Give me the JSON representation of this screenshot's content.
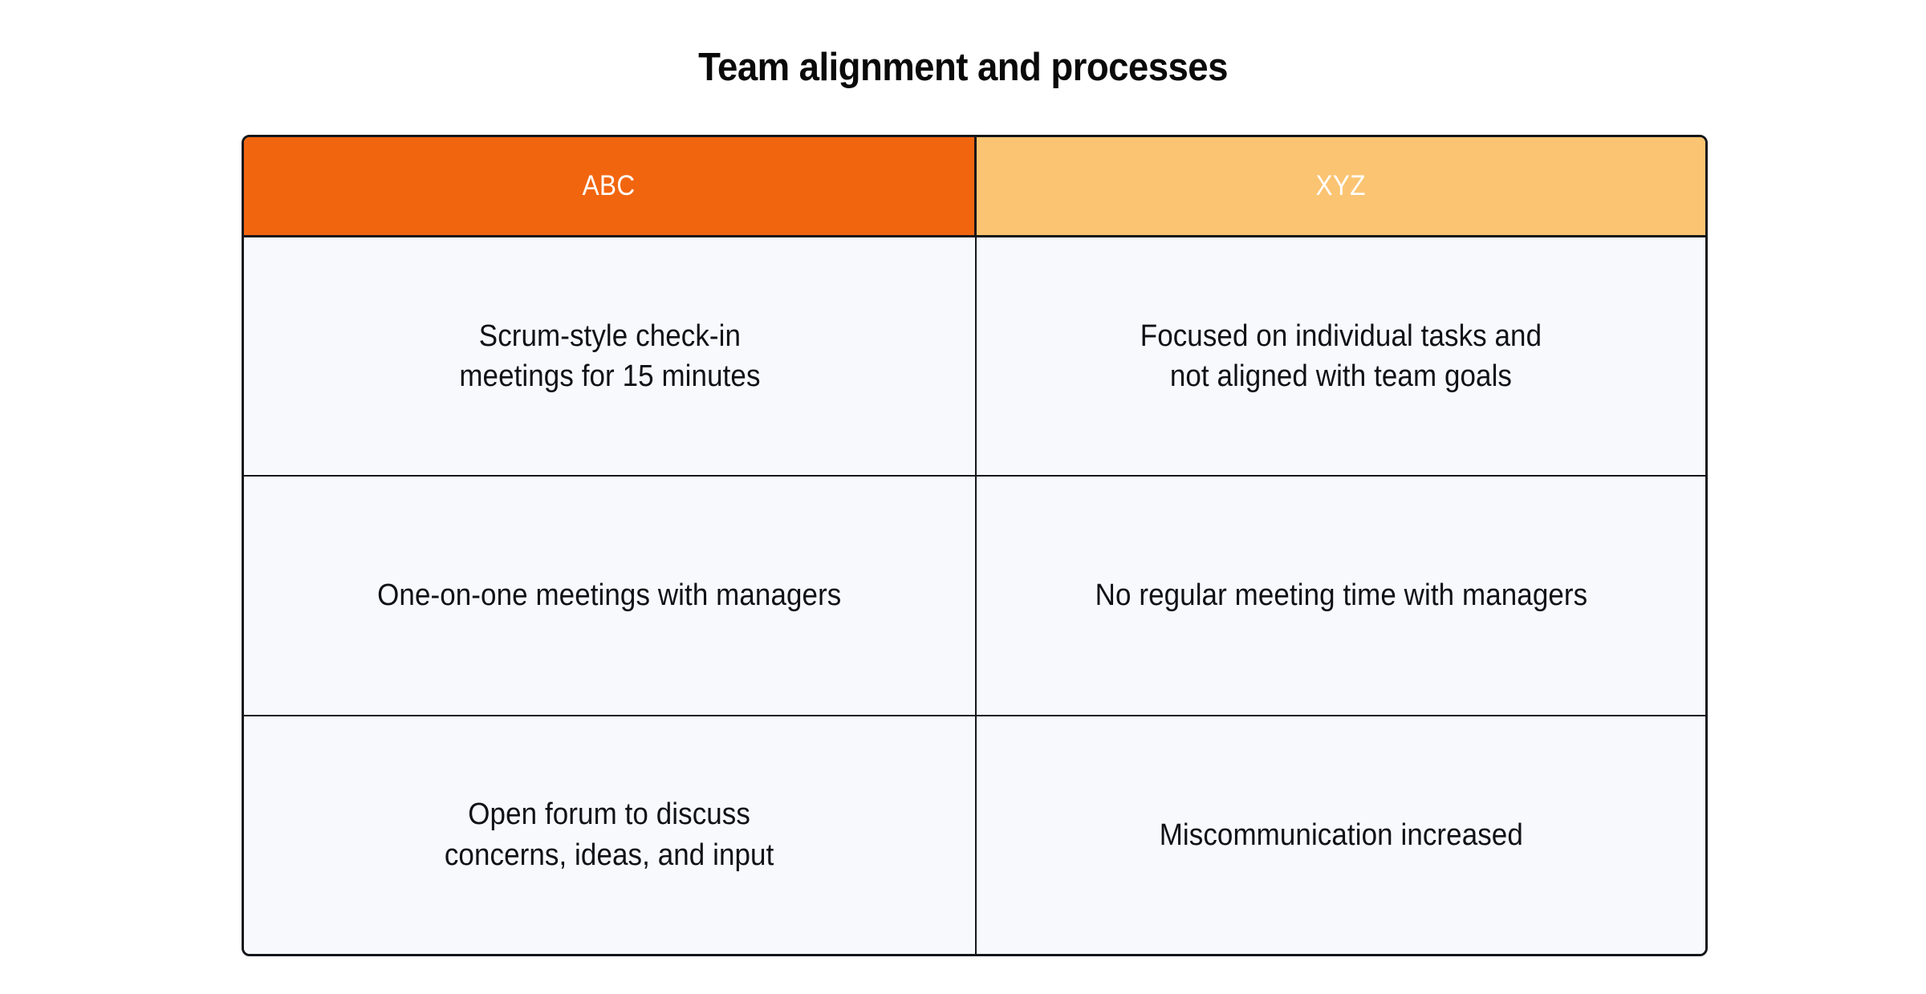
{
  "page": {
    "title": "Team alignment and processes",
    "background_color": "#FFFFFF"
  },
  "colors": {
    "column_a_header_bg": "#F2650F",
    "column_b_header_bg": "#FBC472",
    "header_text": "#FFFFFF",
    "cell_bg": "#F7F9FC",
    "cell_text": "#101114",
    "border": "#15161A"
  },
  "table": {
    "columns": [
      {
        "key": "abc",
        "label": "ABC"
      },
      {
        "key": "xyz",
        "label": "XYZ"
      }
    ],
    "rows": [
      {
        "abc": "Scrum-style check-in\nmeetings for 15 minutes",
        "xyz": "Focused on individual tasks and\nnot aligned with team goals"
      },
      {
        "abc": "One-on-one meetings with managers",
        "xyz": "No regular meeting time with managers"
      },
      {
        "abc": "Open forum to discuss\nconcerns, ideas, and input",
        "xyz": "Miscommunication increased"
      }
    ]
  }
}
